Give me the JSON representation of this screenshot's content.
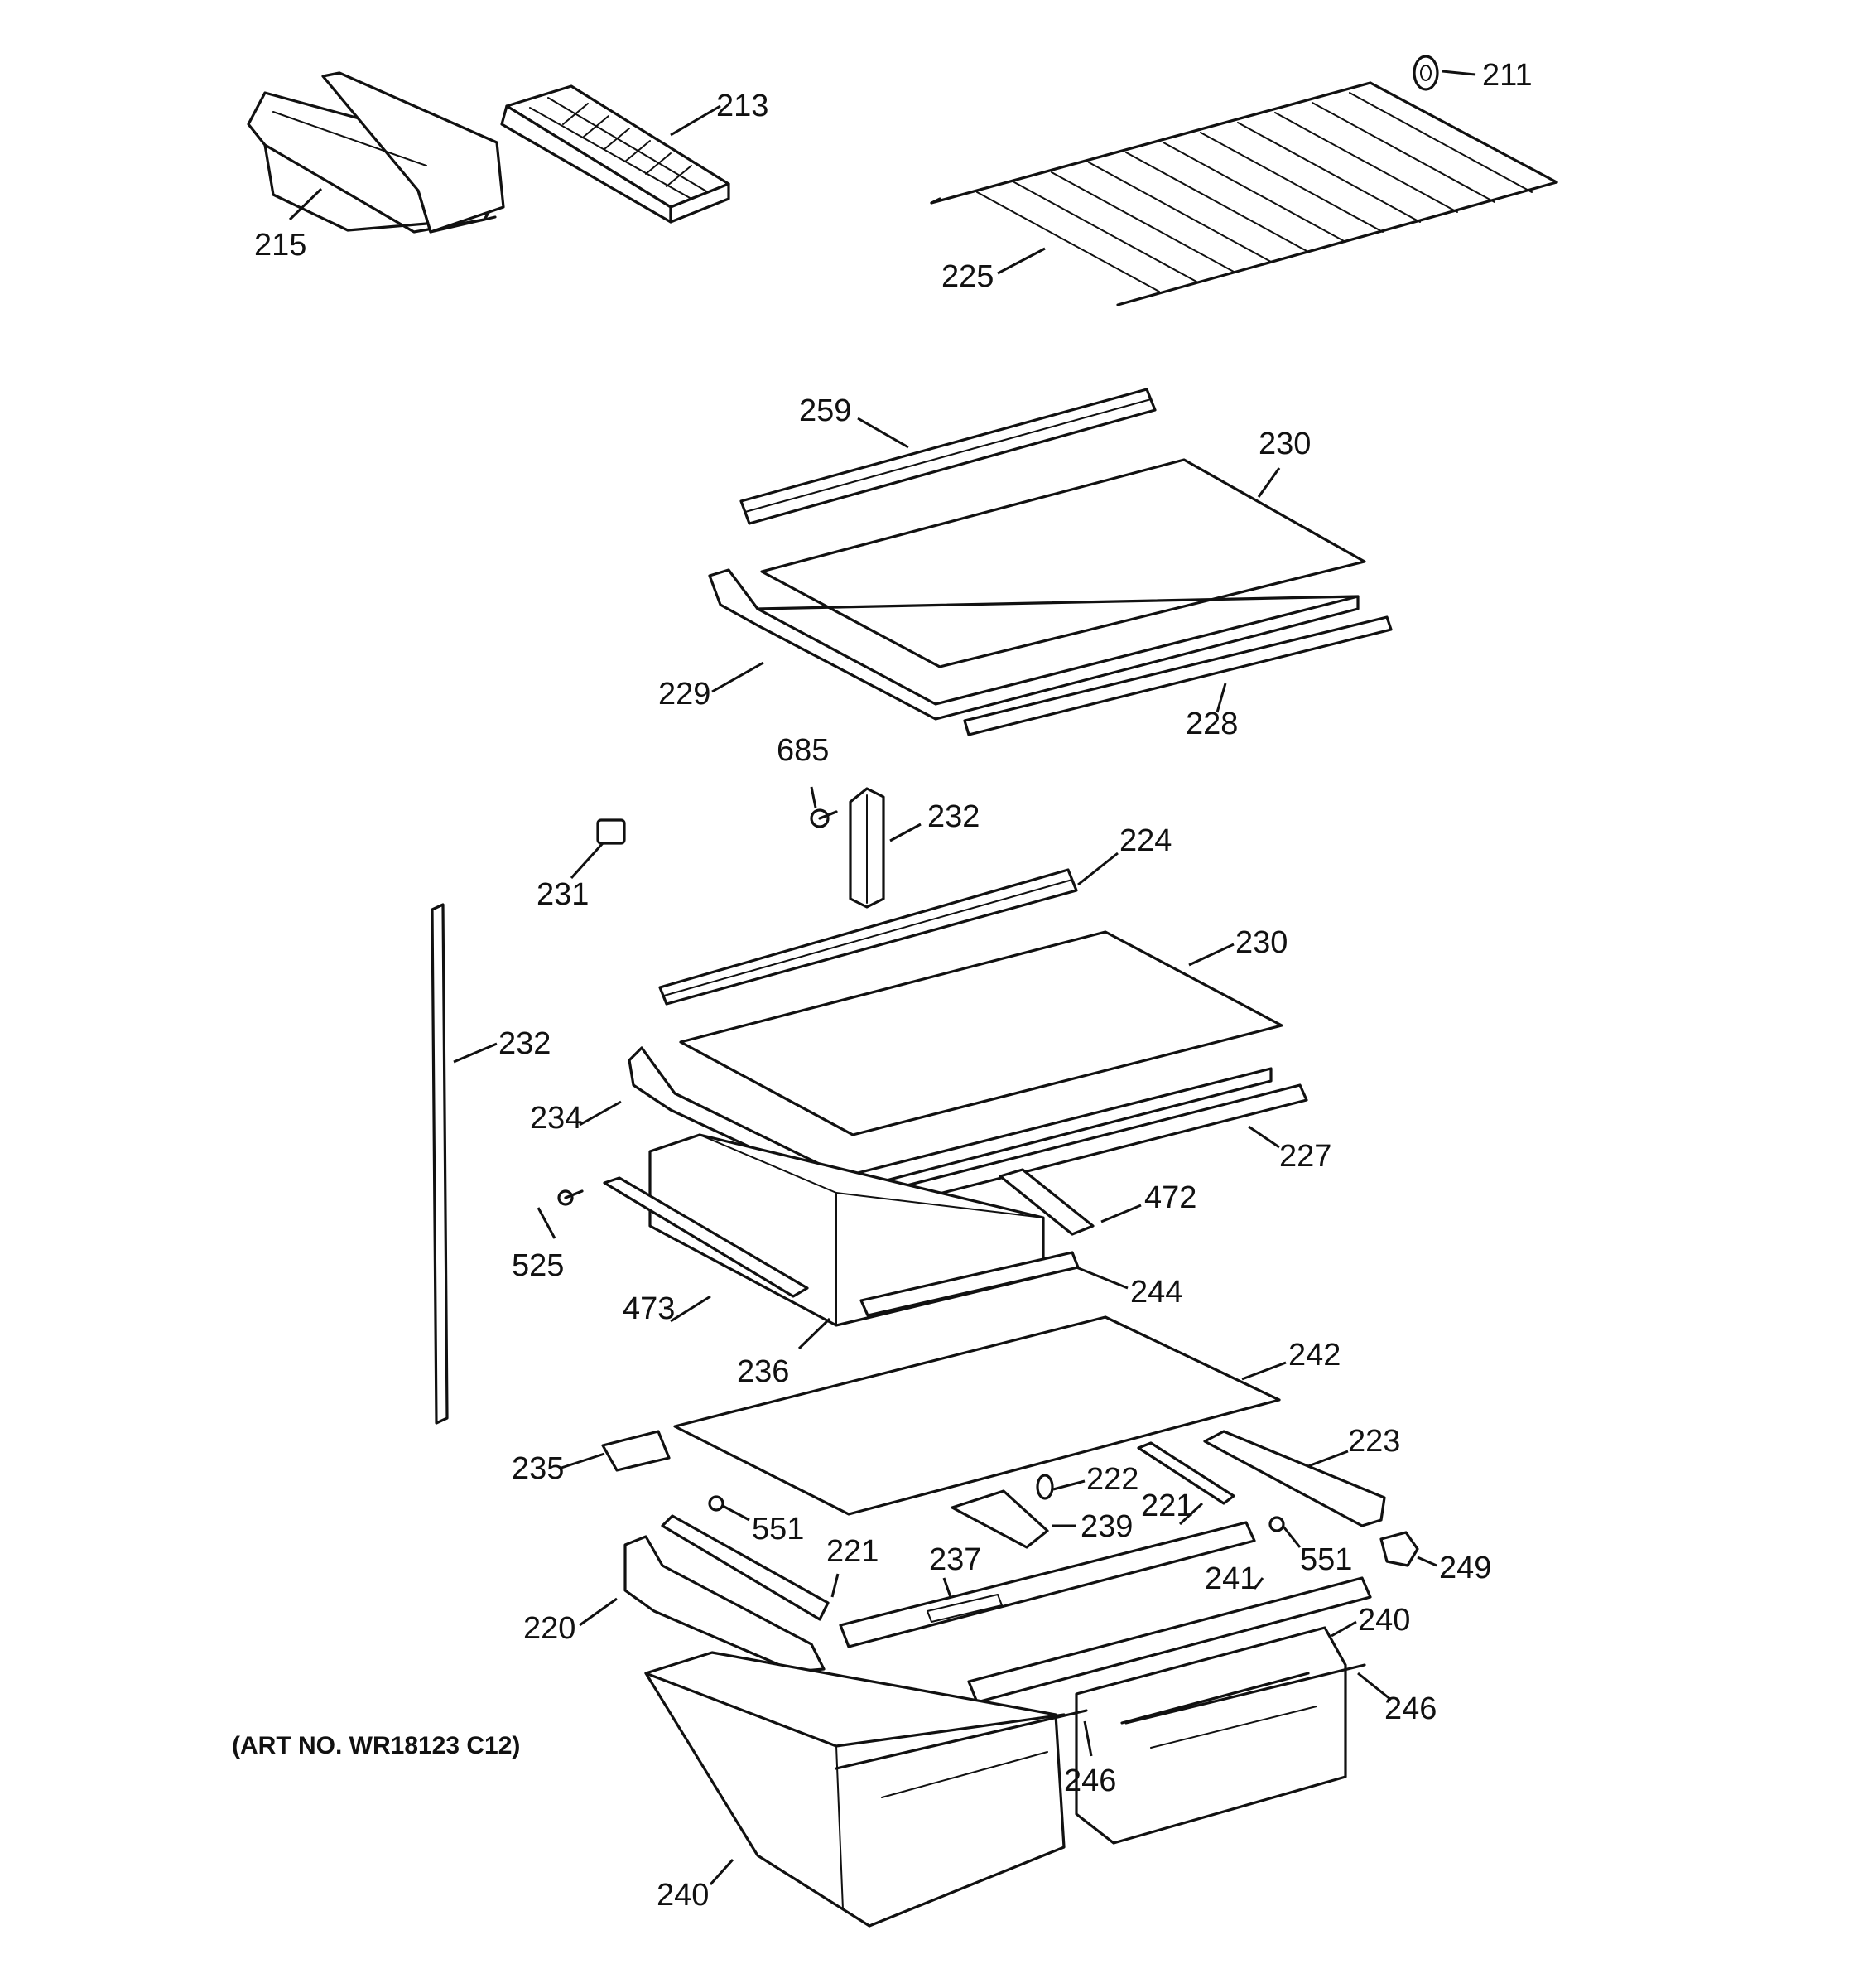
{
  "callouts": {
    "c211": "211",
    "c213": "213",
    "c215": "215",
    "c225": "225",
    "c259": "259",
    "c230a": "230",
    "c229": "229",
    "c228": "228",
    "c685": "685",
    "c232a": "232",
    "c224": "224",
    "c231": "231",
    "c230b": "230",
    "c232b": "232",
    "c234": "234",
    "c227": "227",
    "c472": "472",
    "c525": "525",
    "c244": "244",
    "c473": "473",
    "c236": "236",
    "c242": "242",
    "c235": "235",
    "c223": "223",
    "c222": "222",
    "c221a": "221",
    "c239": "239",
    "c551a": "551",
    "c551b": "551",
    "c249": "249",
    "c221b": "221",
    "c237": "237",
    "c241": "241",
    "c220": "220",
    "c240a": "240",
    "c246a": "246",
    "c246b": "246",
    "c240b": "240"
  },
  "art_number": "(ART NO. WR18123 C12)"
}
